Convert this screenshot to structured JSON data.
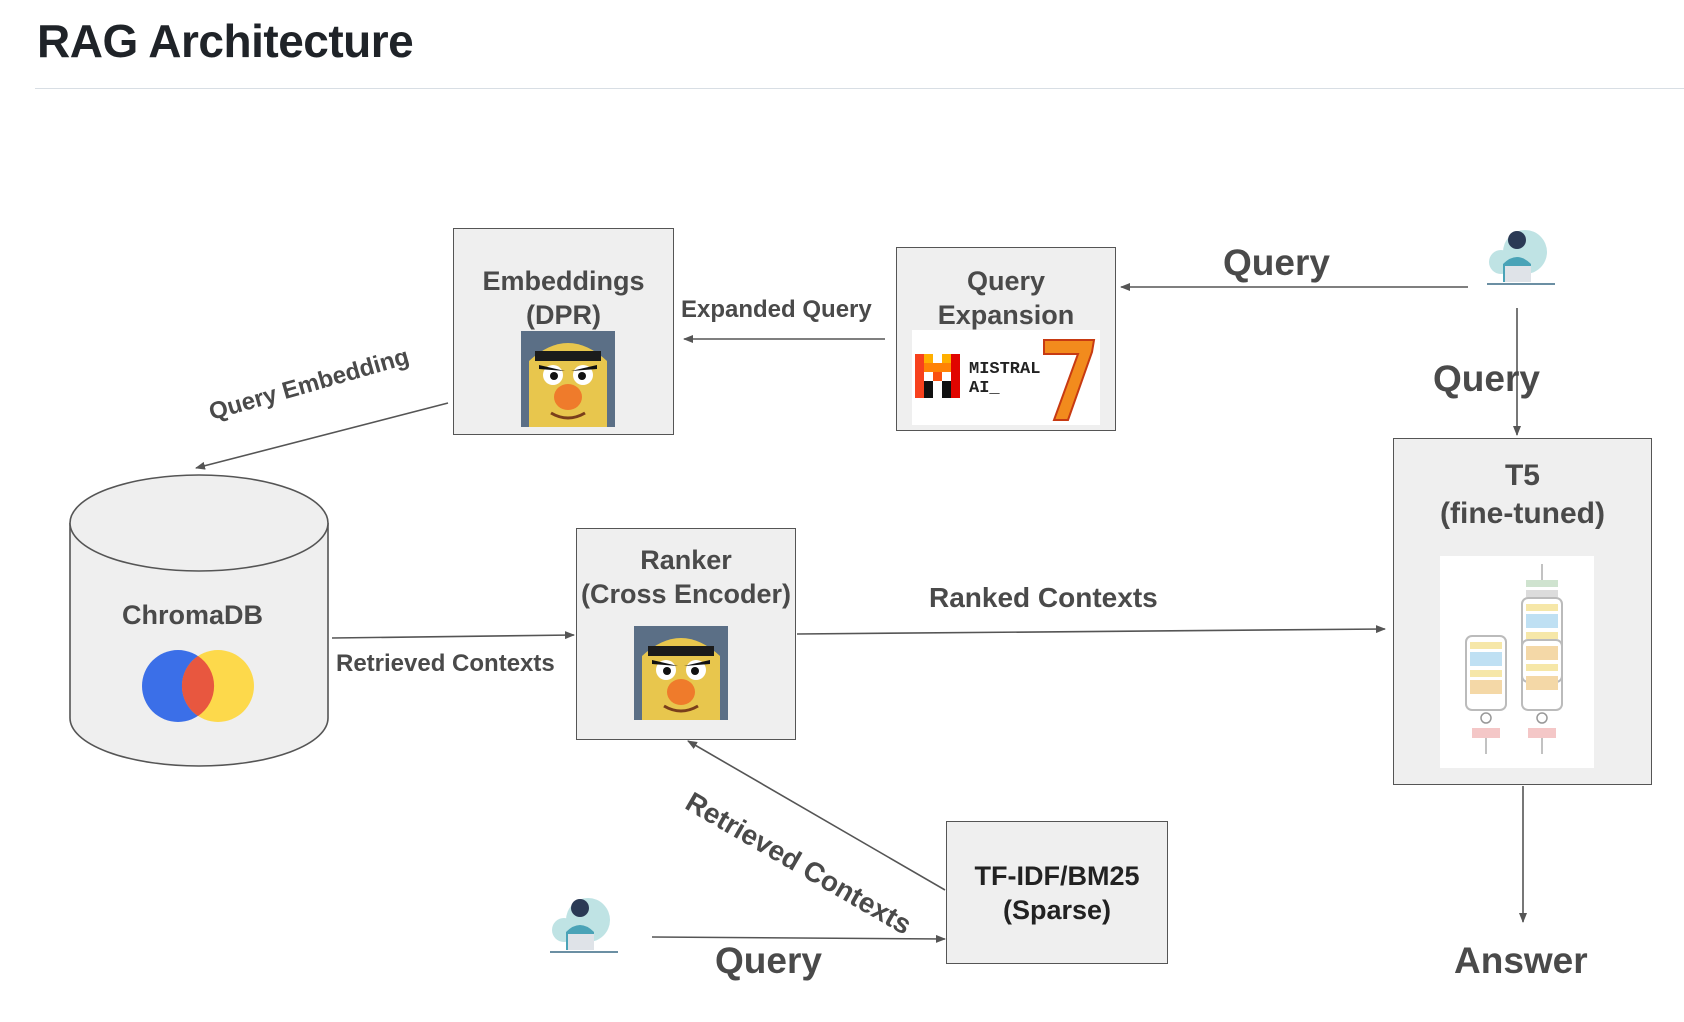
{
  "page": {
    "title": "RAG Architecture"
  },
  "nodes": {
    "embeddings": {
      "label": "Embeddings\n(DPR)",
      "icon": "bert-muppet-icon"
    },
    "query_expansion": {
      "label": "Query\nExpansion",
      "logo_text": "MISTRAL\nAI_",
      "logo_number": "7"
    },
    "chromadb": {
      "label": "ChromaDB",
      "logo": "chroma-logo"
    },
    "ranker": {
      "label": "Ranker\n(Cross Encoder)",
      "icon": "bert-muppet-icon"
    },
    "t5": {
      "label": "T5\n(fine-tuned)",
      "image": "transformer-architecture-diagram"
    },
    "tfidf": {
      "label": "TF-IDF/BM25\n(Sparse)"
    }
  },
  "edges": {
    "user_to_expansion": "Query",
    "user_to_t5": "Query",
    "expansion_to_embeddings": "Expanded Query",
    "embeddings_to_chromadb": "Query Embedding",
    "chromadb_to_ranker": "Retrieved Contexts",
    "ranker_to_t5": "Ranked Contexts",
    "tfidf_to_ranker": "Retrieved Contexts",
    "user_to_tfidf": "Query",
    "t5_to_answer": "Answer"
  },
  "colors": {
    "box_fill": "#efefef",
    "box_border": "#555555",
    "label_text": "#4a4a4a",
    "arrow": "#555555",
    "chroma_blue": "#3b6fe8",
    "chroma_red": "#e8573f",
    "chroma_yellow": "#fdd94b"
  }
}
